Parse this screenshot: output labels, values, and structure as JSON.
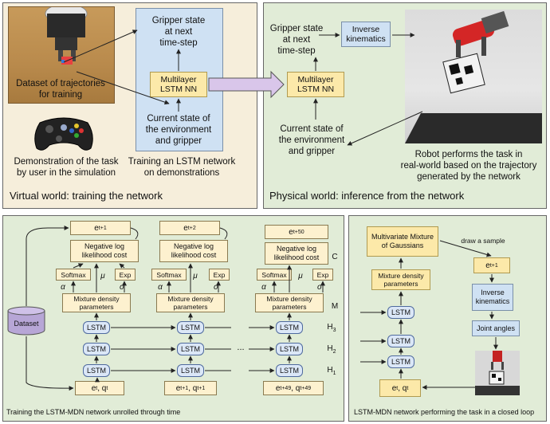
{
  "virtual": {
    "dataset_label": "Dataset of trajectories\nfor training",
    "demo_caption": "Demonstration of the task\nby user in the simulation",
    "gripper_next": "Gripper state\nat next\ntime-step",
    "lstm_label": "Multilayer\nLSTM NN",
    "current_state": "Current state of\nthe environment\nand gripper",
    "train_caption": "Training an LSTM network\non demonstrations",
    "panel_title": "Virtual world: training the network"
  },
  "physical": {
    "gripper_next": "Gripper state\nat next\ntime-step",
    "ik_label": "Inverse\nkinematics",
    "lstm_label": "Multilayer\nLSTM NN",
    "current_state": "Current state of\nthe environment\nand gripper",
    "robot_caption": "Robot performs the task in\nreal-world based on the trajectory\ngenerated by the network",
    "panel_title": "Physical world: inference from the network"
  },
  "training": {
    "columns": [
      {
        "e_base": "e",
        "e_sub": "t+1",
        "in_a": "e",
        "in_a_sub": "t",
        "in_b": ", q",
        "in_b_sub": "t"
      },
      {
        "e_base": "e",
        "e_sub": "t+2",
        "in_a": "e",
        "in_a_sub": "t+1",
        "in_b": ", q",
        "in_b_sub": "t+1"
      },
      {
        "e_base": "e",
        "e_sub": "t+50",
        "in_a": "e",
        "in_a_sub": "t+49",
        "in_b": ", q",
        "in_b_sub": "t+49"
      }
    ],
    "nll_label": "Negative log\nlikelihood cost",
    "softmax_label": "Softmax",
    "exp_label": "Exp",
    "mdp_label": "Mixture density\nparameters",
    "lstm_label": "LSTM",
    "alpha": "α",
    "mu": "μ",
    "sigma": "σ",
    "dataset_label": "Dataset",
    "ellipsis": "...",
    "c_label": "C",
    "m_label": "M",
    "h3": "H",
    "h3_sub": "3",
    "h2": "H",
    "h2_sub": "2",
    "h1": "H",
    "h1_sub": "1",
    "caption": "Training the LSTM-MDN network unrolled through time"
  },
  "loop": {
    "mixture_label": "Multivariate Mixture\nof Gaussians",
    "draw_label": "draw a sample",
    "e_base": "e",
    "e_sub": "t+1",
    "mdp_label": "Mixture density\nparameters",
    "ik_label": "Inverse\nkinematics",
    "joint_label": "Joint angles",
    "lstm_label": "LSTM",
    "in_a": "e",
    "in_a_sub": "t",
    "in_b": ", q",
    "in_b_sub": "t",
    "caption": "LSTM-MDN network performing the task in a closed loop"
  }
}
